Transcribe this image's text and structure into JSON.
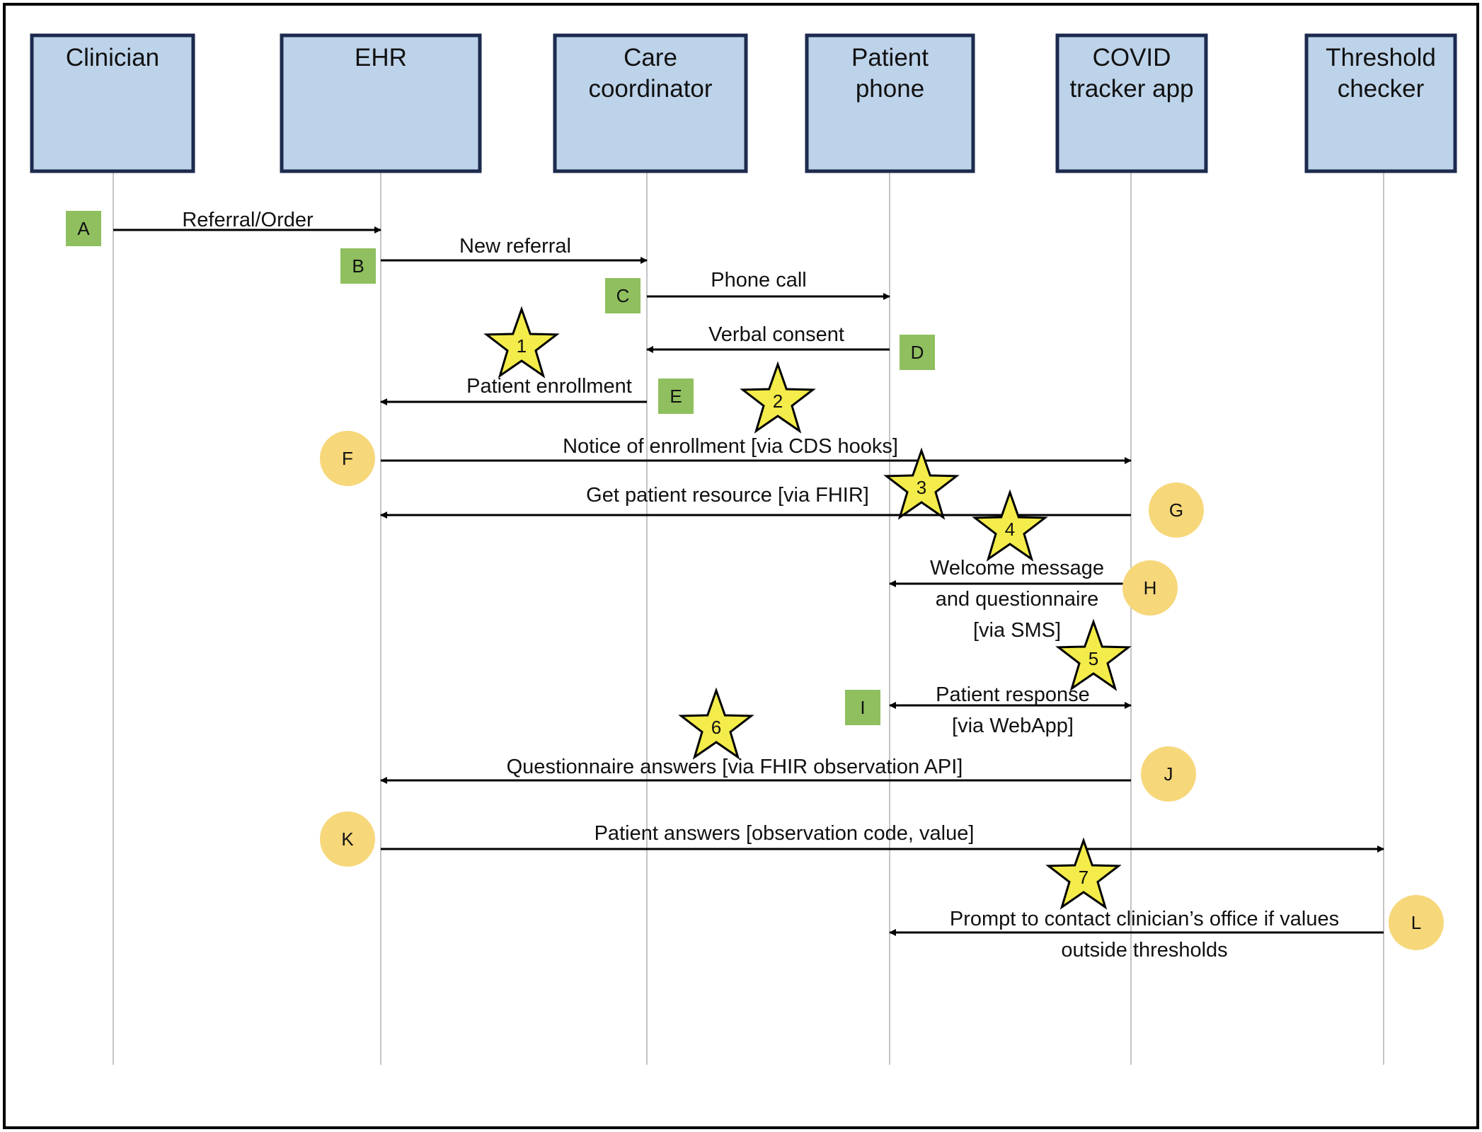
{
  "colors": {
    "actor_fill": "#bdd3ea",
    "actor_border": "#1c2a4e",
    "square_marker": "#8fbf5f",
    "circle_marker": "#f6d77a",
    "star_fill": "#f3ec4a",
    "arrow": "#000000",
    "lifeline": "#c4c4c4"
  },
  "actors": [
    {
      "id": "clinician",
      "lines": [
        "Clinician"
      ]
    },
    {
      "id": "ehr",
      "lines": [
        "EHR"
      ]
    },
    {
      "id": "care-coordinator",
      "lines": [
        "Care",
        "coordinator"
      ]
    },
    {
      "id": "patient-phone",
      "lines": [
        "Patient",
        "phone"
      ]
    },
    {
      "id": "covid-tracker-app",
      "lines": [
        "COVID",
        "tracker app"
      ]
    },
    {
      "id": "threshold-checker",
      "lines": [
        "Threshold",
        "checker"
      ]
    }
  ],
  "messages": [
    {
      "from": "clinician",
      "to": "ehr",
      "lines": [
        "Referral/Order"
      ],
      "marker": {
        "label": "A",
        "shape": "square"
      },
      "star": null
    },
    {
      "from": "ehr",
      "to": "care-coordinator",
      "lines": [
        "New referral"
      ],
      "marker": {
        "label": "B",
        "shape": "square"
      },
      "star": null
    },
    {
      "from": "care-coordinator",
      "to": "patient-phone",
      "lines": [
        "Phone call"
      ],
      "marker": {
        "label": "C",
        "shape": "square"
      },
      "star": null
    },
    {
      "from": "patient-phone",
      "to": "care-coordinator",
      "lines": [
        "Verbal consent"
      ],
      "marker": {
        "label": "D",
        "shape": "square"
      },
      "star": "1"
    },
    {
      "from": "care-coordinator",
      "to": "ehr",
      "lines": [
        "Patient enrollment"
      ],
      "marker": {
        "label": "E",
        "shape": "square"
      },
      "star": "2"
    },
    {
      "from": "ehr",
      "to": "covid-tracker-app",
      "lines": [
        "Notice of enrollment [via CDS  hooks]"
      ],
      "marker": {
        "label": "F",
        "shape": "circle"
      },
      "star": "3"
    },
    {
      "from": "covid-tracker-app",
      "to": "ehr",
      "lines": [
        "Get patient  resource [via FHIR]"
      ],
      "marker": {
        "label": "G",
        "shape": "circle"
      },
      "star": "4"
    },
    {
      "from": "covid-tracker-app",
      "to": "patient-phone",
      "lines": [
        "Welcome message",
        "and questionnaire",
        "[via SMS]"
      ],
      "marker": {
        "label": "H",
        "shape": "circle"
      },
      "star": "5"
    },
    {
      "from": "patient-phone",
      "to": "covid-tracker-app",
      "bidirectional": true,
      "lines": [
        "Patient  response",
        "[via WebApp]"
      ],
      "marker": {
        "label": "I",
        "shape": "square"
      },
      "star": "6"
    },
    {
      "from": "covid-tracker-app",
      "to": "ehr",
      "lines": [
        "Questionnaire answers [via FHIR  observation API]"
      ],
      "marker": {
        "label": "J",
        "shape": "circle"
      },
      "star": null
    },
    {
      "from": "ehr",
      "to": "threshold-checker",
      "lines": [
        "Patient  answers [observation code, value]"
      ],
      "marker": {
        "label": "K",
        "shape": "circle"
      },
      "star": "7"
    },
    {
      "from": "threshold-checker",
      "to": "patient-phone",
      "lines": [
        "Prompt to contact  clinician’s  office if  values",
        "outside thresholds"
      ],
      "marker": {
        "label": "L",
        "shape": "circle"
      },
      "star": null
    }
  ]
}
